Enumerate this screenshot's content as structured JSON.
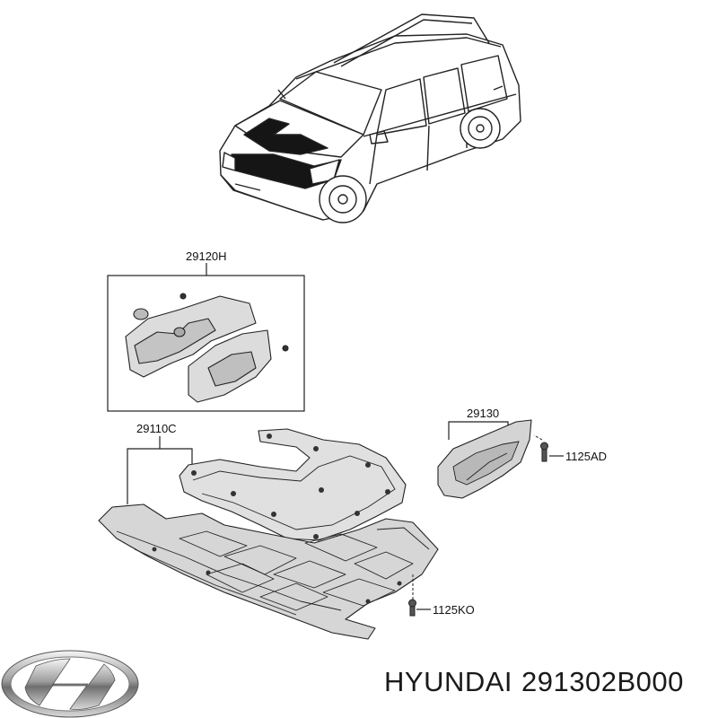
{
  "callouts": {
    "hood_insulator": "29120H",
    "under_cover": "29110C",
    "side_cover": "29130",
    "bolt_side": "1125AD",
    "bolt_under": "1125KO"
  },
  "footer": {
    "brand": "HYUNDAI",
    "part_number": "291302B000"
  }
}
